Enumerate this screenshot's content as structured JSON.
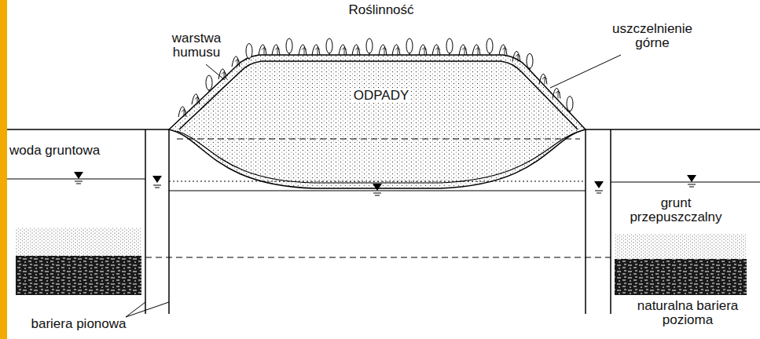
{
  "diagram": {
    "labels": [
      "Roślinność",
      "warstwa humusu",
      "uszczelnienie górne",
      "ODPADY",
      "woda gruntowa",
      "grunt przepuszczalny",
      "naturalna bariera pozioma",
      "bariera pionowa"
    ]
  }
}
